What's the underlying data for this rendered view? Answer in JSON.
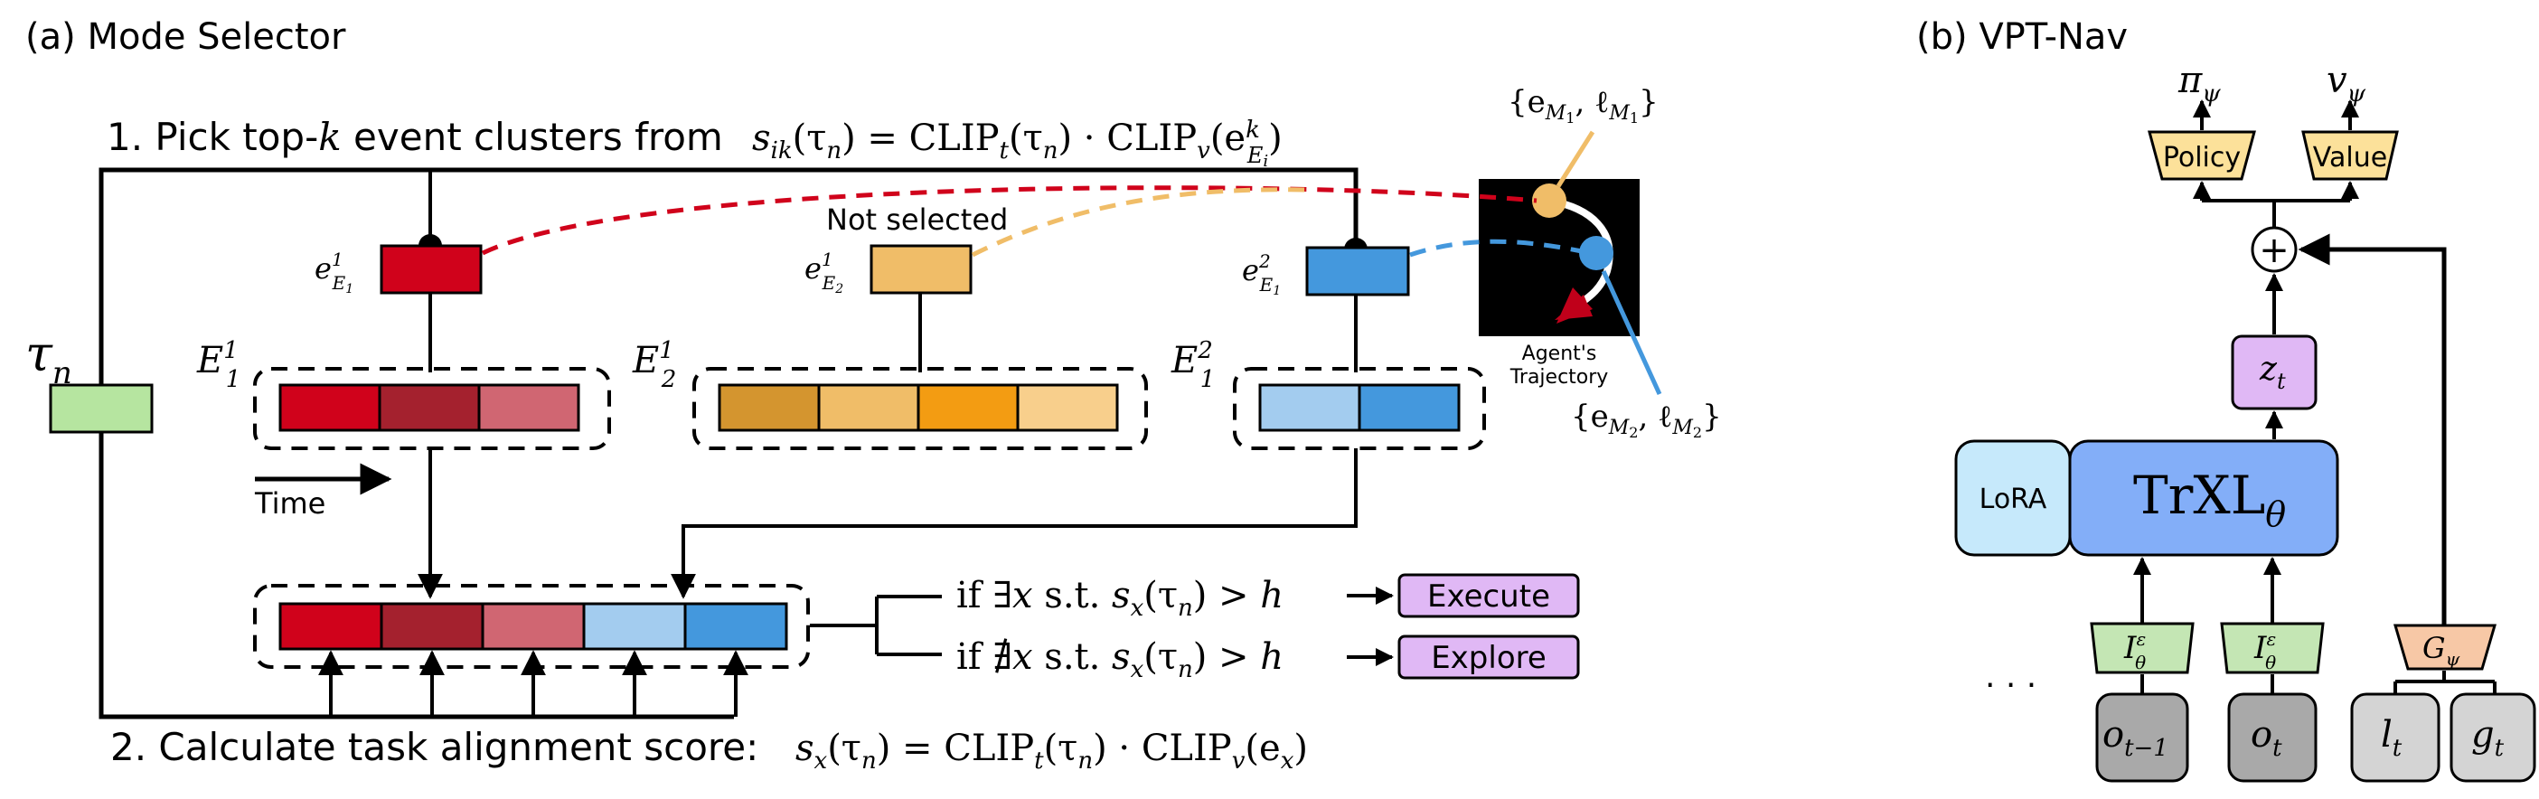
{
  "panel_a": {
    "title": "(a) Mode Selector",
    "step1": {
      "text": "1. Pick top-",
      "k": "k",
      "text_after": " event clusters from ",
      "formula": {
        "s": "s",
        "sub": "ik",
        "arg": "(τ",
        "argsub": "n",
        "rest": ") = CLIP",
        "t": "t",
        "mid": "(τ",
        "midsub": "n",
        "tail": ") · CLIP",
        "v": "v",
        "paren": "(e",
        "sup": "k",
        "sub2": "E",
        "sub3": "i",
        "close": ")"
      }
    },
    "step2": {
      "text": "2. Calculate task alignment score: ",
      "formula": {
        "s": "s",
        "sub": "x",
        "arg": "(τ",
        "argsub": "n",
        "rest": ") = CLIP",
        "t": "t",
        "mid": "(τ",
        "midsub": "n",
        "tail": ") · CLIP",
        "v": "v",
        "paren": "(e",
        "psub": "x",
        "close": ")"
      }
    },
    "tau": {
      "base": "τ",
      "sub": "n"
    },
    "clusters": [
      {
        "label": "E",
        "sup": "1",
        "sub": "1",
        "event_base": "e",
        "event_sup": "1",
        "event_sub": "E",
        "event_subsub": "1",
        "selected": true,
        "colors": [
          "#d0021b",
          "#a4212e",
          "#d06672"
        ]
      },
      {
        "label": "E",
        "sup": "1",
        "sub": "2",
        "event_base": "e",
        "event_sup": "1",
        "event_sub": "E",
        "event_subsub": "2",
        "selected": false,
        "colors": [
          "#d4952f",
          "#f0bd68",
          "#f39c12",
          "#f8cf8c"
        ]
      },
      {
        "label": "E",
        "sup": "2",
        "sub": "1",
        "event_base": "e",
        "event_sup": "2",
        "event_sub": "E",
        "event_subsub": "1",
        "selected": true,
        "colors": [
          "#a3ccef",
          "#4498dd"
        ]
      }
    ],
    "event_colors": [
      "#d0021b",
      "#f0bd68",
      "#4498dd"
    ],
    "not_selected": "Not selected",
    "time_label": "Time",
    "merged_colors": [
      "#d0021b",
      "#a4212e",
      "#d06672",
      "#a3ccef",
      "#4498dd"
    ],
    "trajectory": {
      "caption_line1": "Agent's",
      "caption_line2": "Trajectory",
      "m1": {
        "open": "{e",
        "sub1": "M",
        "subsub1": "1",
        "sep": ", ℓ",
        "sub2": "M",
        "subsub2": "1",
        "close": "}"
      },
      "m2": {
        "open": "{e",
        "sub1": "M",
        "subsub1": "2",
        "sep": ", ℓ",
        "sub2": "M",
        "subsub2": "2",
        "close": "}"
      }
    },
    "conditions": [
      {
        "pre": "if ∃",
        "x": "x",
        "mid": " s.t. ",
        "s": "s",
        "sub": "x",
        "arg": "(τ",
        "argsub": "n",
        "post": ") > ",
        "h": "h",
        "action": "Execute"
      },
      {
        "pre": "if ∄",
        "x": "x",
        "mid": " s.t. ",
        "s": "s",
        "sub": "x",
        "arg": "(τ",
        "argsub": "n",
        "post": ") > ",
        "h": "h",
        "action": "Explore"
      }
    ],
    "colors": {
      "tau_fill": "#b6e5a0",
      "action_fill": "#e0b8f5",
      "line": "#000000",
      "red_dash": "#d0021b",
      "orange_dash": "#f0bd68",
      "blue_dash": "#4498dd"
    }
  },
  "panel_b": {
    "title": "(b) VPT-Nav",
    "pi": {
      "base": "π",
      "sub": "ψ"
    },
    "v": {
      "base": "v",
      "sub": "ψ"
    },
    "policy_label": "Policy",
    "value_label": "Value",
    "plus": "+",
    "z": {
      "base": "z",
      "sub": "t"
    },
    "lora_label": "LoRA",
    "trxl": {
      "base": "TrXL",
      "sub": "θ"
    },
    "encoders": [
      {
        "base": "I",
        "sup": "ε",
        "sub": "θ"
      },
      {
        "base": "I",
        "sup": "ε",
        "sub": "θ"
      }
    ],
    "g_enc": {
      "base": "G",
      "sub": "ψ"
    },
    "obs": [
      {
        "base": "o",
        "sub": "t−1"
      },
      {
        "base": "o",
        "sub": "t"
      }
    ],
    "goals": [
      {
        "base": "l",
        "sub": "t"
      },
      {
        "base": "g",
        "sub": "t"
      }
    ],
    "ellipsis": "· · ·",
    "colors": {
      "head_fill": "#fce19a",
      "z_fill": "#e0b8f5",
      "lora_fill": "#c6e9fb",
      "trxl_fill": "#83aef8",
      "enc_fill": "#c4e6b4",
      "g_fill": "#f7c8a6",
      "obs_fill": "#a9a9a9",
      "goal_fill": "#d4d4d4"
    }
  }
}
